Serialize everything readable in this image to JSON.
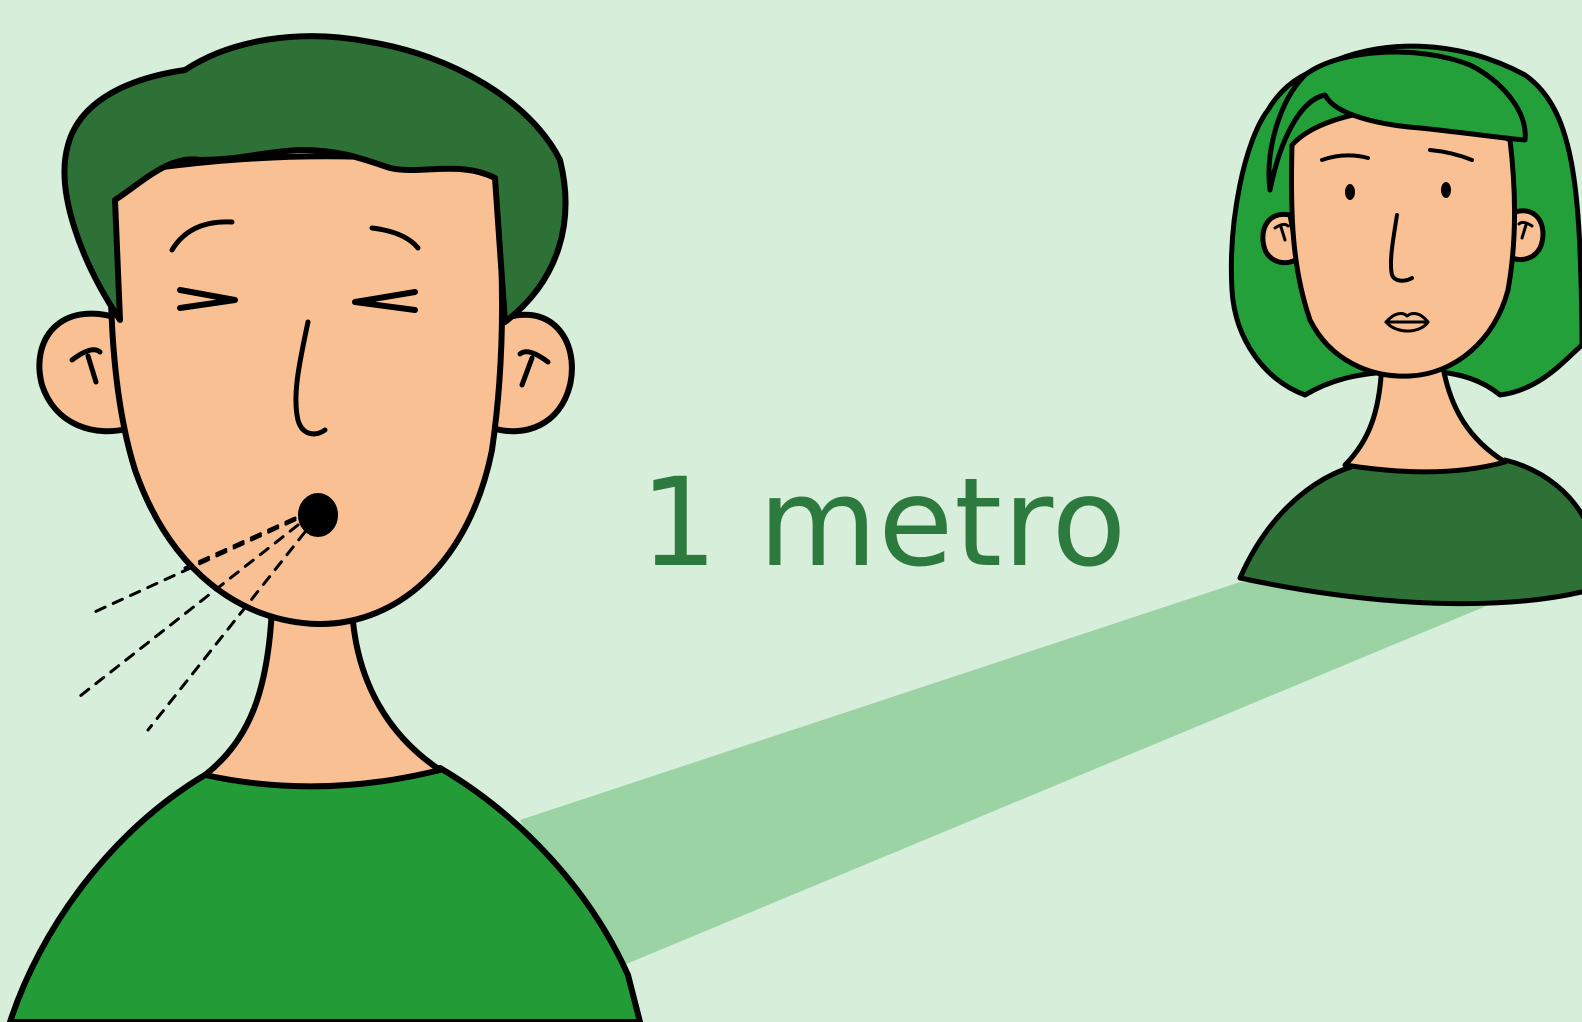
{
  "distance_label": "1 metro",
  "colors": {
    "background": "#d7eeda",
    "distance_band": "#9bd3a5",
    "skin": "#f9c193",
    "hair_dark": "#2e7136",
    "shirt": "#239c37",
    "hair_bright": "#24a03a",
    "label_text": "#2d7a3e",
    "outline": "#000000"
  },
  "figures": {
    "left": {
      "name": "sneezing-man",
      "expression": "eyes-squeezed-sneezing"
    },
    "right": {
      "name": "woman",
      "expression": "neutral"
    }
  }
}
